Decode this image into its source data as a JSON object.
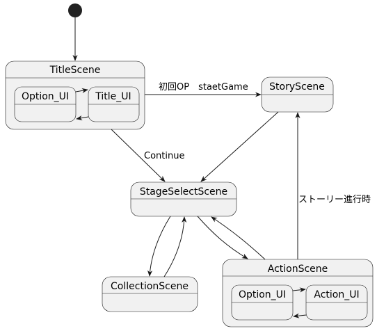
{
  "states": {
    "title_scene": "TitleScene",
    "story_scene": "StoryScene",
    "stage_select_scene": "StageSelectScene",
    "collection_scene": "CollectionScene",
    "action_scene": "ActionScene"
  },
  "substates": {
    "title_option_ui": "Option_UI",
    "title_title_ui": "Title_UI",
    "action_option_ui": "Option_UI",
    "action_action_ui": "Action_UI"
  },
  "transitions": {
    "title_to_story": "初回OP　staetGame",
    "title_to_stage_select": "Continue",
    "action_to_story": "ストーリー進行時"
  },
  "colors": {
    "state_fill": "#f1f1f1",
    "line": "#181818",
    "initial_node": "#222222"
  }
}
